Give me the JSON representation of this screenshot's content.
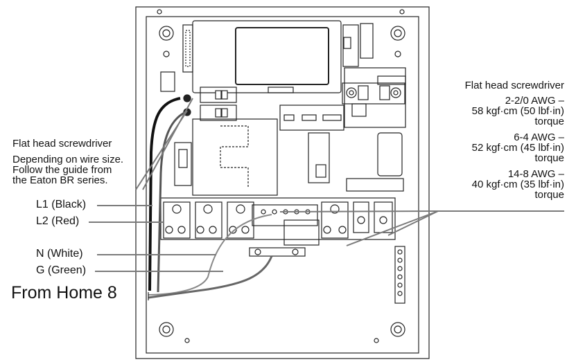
{
  "left_callouts": {
    "tool": "Flat head screwdriver",
    "note_line1": "Depending on wire size.",
    "note_line2": "Follow the guide from",
    "note_line3": "the Eaton BR series."
  },
  "wires": {
    "l1": "L1 (Black)",
    "l2": "L2 (Red)",
    "n": "N (White)",
    "g": "G (Green)"
  },
  "source": "From Home 8",
  "right_callouts": {
    "tool": "Flat head screwdriver",
    "specs": [
      {
        "gauge": "2-2/0 AWG –",
        "torque": "58 kgf·cm (50 lbf·in)",
        "unit": "torque"
      },
      {
        "gauge": "6-4 AWG –",
        "torque": "52 kgf·cm (45 lbf·in)",
        "unit": "torque"
      },
      {
        "gauge": "14-8 AWG –",
        "torque": "40 kgf·cm (35 lbf·in)",
        "unit": "torque"
      }
    ]
  },
  "colors": {
    "line": "#222222",
    "leader": "#7a7a7a",
    "black_wire": "#111111",
    "red_wire": "#555555",
    "green_wire": "#666666"
  }
}
